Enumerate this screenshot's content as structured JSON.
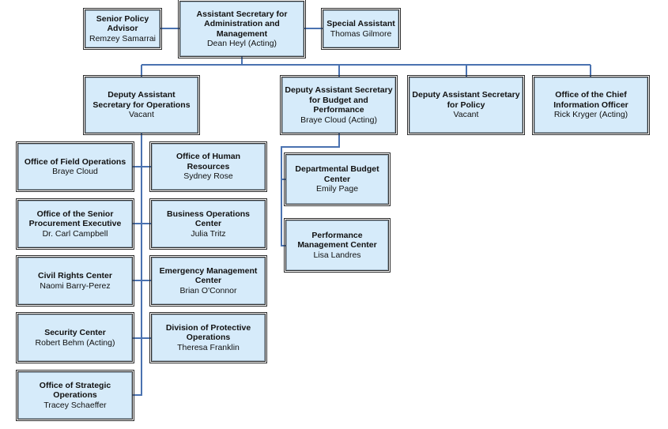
{
  "org_chart": {
    "colors": {
      "box_fill": "#d6ebfa",
      "box_border": "#2b2b2b",
      "connector": "#4a72b0"
    },
    "head": {
      "title": "Assistant Secretary for Administration and Management",
      "person": "Dean Heyl (Acting)"
    },
    "staff": {
      "senior_policy_advisor": {
        "title": "Senior Policy Advisor",
        "person": "Remzey Samarrai"
      },
      "special_assistant": {
        "title": "Special Assistant",
        "person": "Thomas Gilmore"
      }
    },
    "deputies": {
      "operations": {
        "title": "Deputy Assistant Secretary for Operations",
        "person": "Vacant"
      },
      "budget": {
        "title": "Deputy Assistant Secretary for Budget and Performance",
        "person": "Braye Cloud (Acting)"
      },
      "policy": {
        "title": "Deputy Assistant Secretary for Policy",
        "person": "Vacant"
      },
      "cio": {
        "title": "Office of the Chief Information Officer",
        "person": "Rick Kryger (Acting)"
      }
    },
    "operations_left": [
      {
        "title": "Office of Field Operations",
        "person": "Braye Cloud"
      },
      {
        "title": "Office of the Senior Procurement Executive",
        "person": "Dr. Carl Campbell"
      },
      {
        "title": "Civil Rights Center",
        "person": "Naomi Barry-Perez"
      },
      {
        "title": "Security Center",
        "person": "Robert Behm (Acting)"
      },
      {
        "title": "Office of Strategic Operations",
        "person": "Tracey Schaeffer"
      }
    ],
    "operations_right": [
      {
        "title": "Office of Human Resources",
        "person": "Sydney Rose"
      },
      {
        "title": "Business Operations Center",
        "person": "Julia Tritz"
      },
      {
        "title": "Emergency Management Center",
        "person": "Brian O'Connor"
      },
      {
        "title": "Division of Protective Operations",
        "person": "Theresa Franklin"
      }
    ],
    "budget_units": [
      {
        "title": "Departmental Budget Center",
        "person": "Emily Page"
      },
      {
        "title": "Performance Management Center",
        "person": "Lisa Landres"
      }
    ]
  }
}
